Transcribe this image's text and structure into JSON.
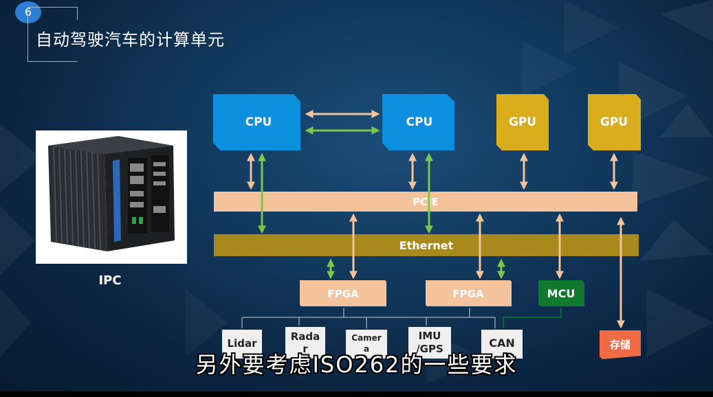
{
  "slide": {
    "number": "6",
    "title": "自动驾驶汽车的计算单元"
  },
  "ipc": {
    "label": "IPC"
  },
  "blocks": {
    "cpu1": "CPU",
    "cpu2": "CPU",
    "gpu1": "GPU",
    "gpu2": "GPU",
    "pcie": "PCIE",
    "ethernet": "Ethernet",
    "fpga1": "FPGA",
    "fpga2": "FPGA",
    "mcu": "MCU",
    "storage": "存储"
  },
  "sensors": [
    {
      "line1": "Lidar",
      "line2": ""
    },
    {
      "line1": "Rada",
      "line2": "r"
    },
    {
      "line1": "Camer",
      "line2": "a"
    },
    {
      "line1": "IMU",
      "line2": "/GPS"
    },
    {
      "line1": "CAN",
      "line2": ""
    }
  ],
  "subtitle": "另外要考虑ISO262的一些要求",
  "colors": {
    "cpu": "#0d8fe0",
    "gpu": "#d9ad1c",
    "pcie": "#f4c39c",
    "ethernet": "#a88a1c",
    "fpga": "#f4c39c",
    "mcu": "#0f7a2e",
    "storage": "#f06a46",
    "arrow_orange": "#f4c39c",
    "arrow_green": "#7cc64a"
  }
}
